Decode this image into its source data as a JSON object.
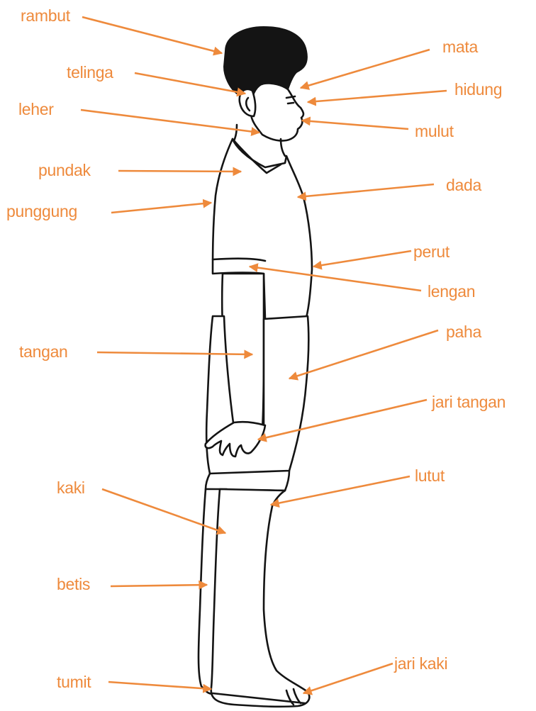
{
  "colors": {
    "label": "#ee8a3c",
    "line": "#ee8a3c",
    "drawing": "#141414"
  },
  "figure": {
    "icon": "boy-standing-side-view-illustration"
  },
  "labels": {
    "rambut": "rambut",
    "telinga": "telinga",
    "leher": "leher",
    "pundak": "pundak",
    "punggung": "punggung",
    "tangan": "tangan",
    "kaki": "kaki",
    "betis": "betis",
    "tumit": "tumit",
    "mata": "mata",
    "hidung": "hidung",
    "mulut": "mulut",
    "dada": "dada",
    "perut": "perut",
    "lengan": "lengan",
    "paha": "paha",
    "jari_tangan": "jari tangan",
    "lutut": "lutut",
    "jari_kaki": "jari kaki"
  }
}
